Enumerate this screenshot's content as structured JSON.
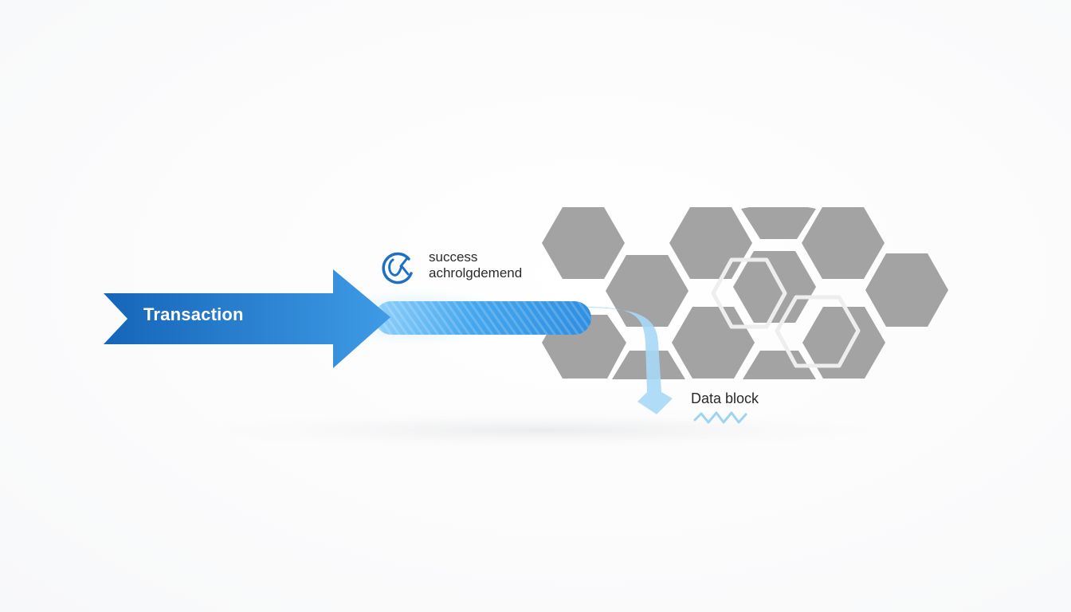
{
  "transaction": {
    "label": "Transaction"
  },
  "acknowledgement": {
    "line1": "success",
    "line2": "achrolgdemend",
    "icon": "check-circle-icon"
  },
  "data_block": {
    "label": "Data block",
    "icon": "zigzag-wave-icon"
  },
  "colors": {
    "arrow_dark": "#1565b8",
    "arrow_light": "#3f9be6",
    "hexagon_fill": "#a3a3a3",
    "outline_hex": "#eeeeee",
    "flow_light": "#a9d8f7",
    "accent": "#1f6fc4"
  }
}
